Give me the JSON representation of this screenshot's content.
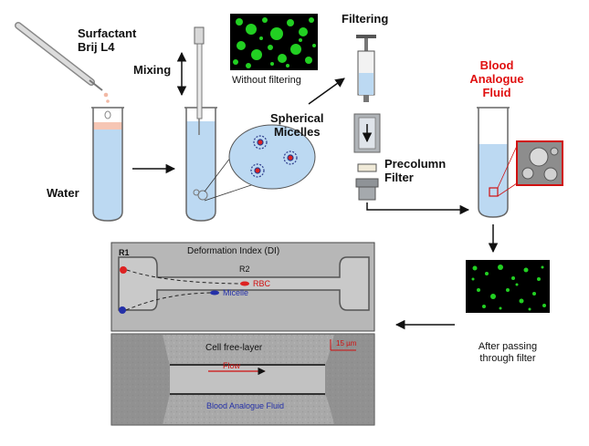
{
  "labels": {
    "surfactant_line1": "Surfactant",
    "surfactant_line2": "Brij L4",
    "mixing": "Mixing",
    "without_filtering": "Without filtering",
    "filtering": "Filtering",
    "water": "Water",
    "spherical_line1": "Spherical",
    "spherical_line2": "Micelles",
    "precolumn_line1": "Precolumn",
    "precolumn_line2": "Filter",
    "blood_line1": "Blood",
    "blood_line2": "Analogue",
    "blood_line3": "Fluid",
    "after_line1": "After passing",
    "after_line2": "through filter"
  },
  "micro_top": {
    "title": "Deformation Index (DI)",
    "r1": "R1",
    "r2": "R2",
    "rbc": "RBC",
    "micelle": "Micelle"
  },
  "micro_bottom": {
    "title": "Cell free-layer",
    "flow": "Flow",
    "fluid": "Blood Analogue Fluid",
    "scale": "15 µm"
  },
  "colors": {
    "water": "#bcd9f2",
    "surfactant_layer": "#f6c6b4",
    "particle_green": "#22d022",
    "label_red": "#e01010",
    "arrow": "#111111"
  }
}
